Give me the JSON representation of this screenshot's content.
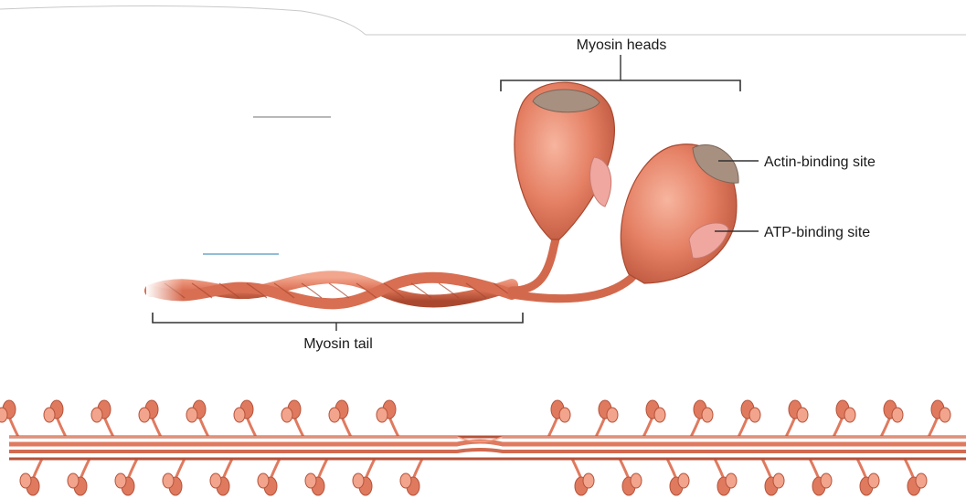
{
  "diagram": {
    "labels": {
      "myosin_heads": "Myosin heads",
      "actin_binding_site": "Actin-binding site",
      "atp_binding_site": "ATP-binding site",
      "myosin_tail": "Myosin tail"
    },
    "colors": {
      "myosin_body": "#e07a5f",
      "myosin_dark": "#b5523a",
      "myosin_light": "#f2a48c",
      "actin_site": "#a89080",
      "atp_site": "#f0a7a0",
      "line": "#333333",
      "accent_line": "#6fa8c9"
    }
  }
}
